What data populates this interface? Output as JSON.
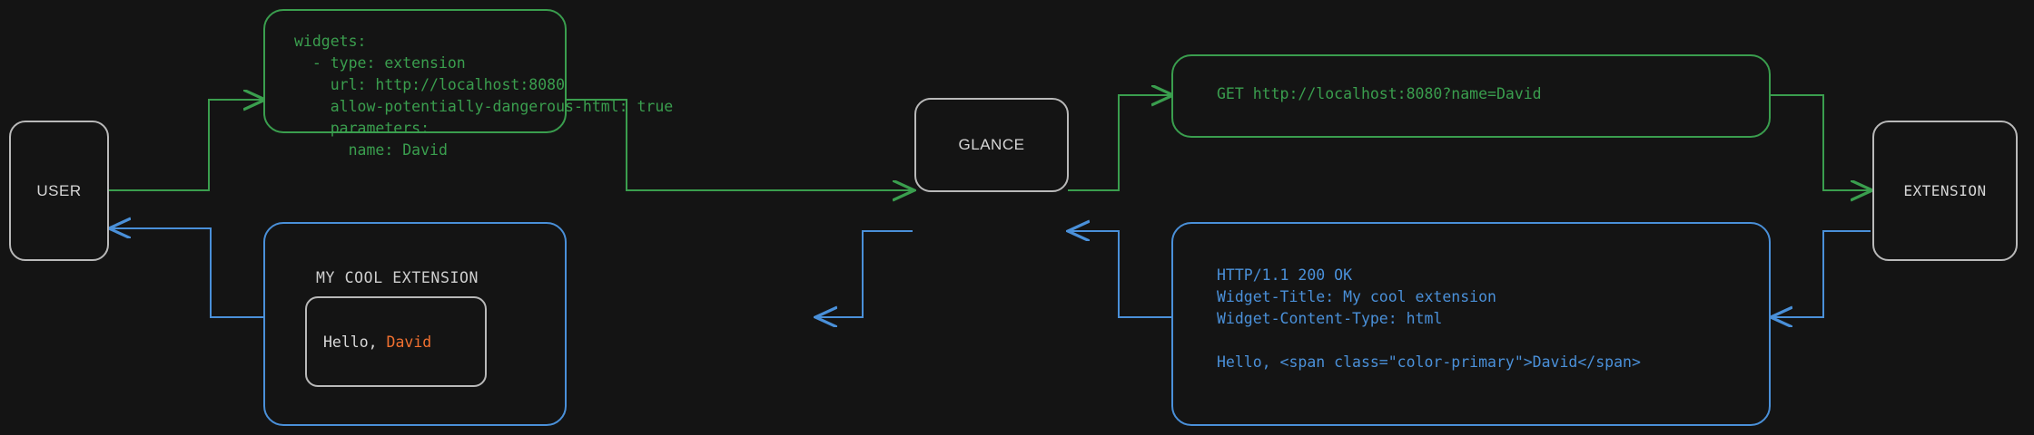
{
  "diagram": {
    "background_color": "#141414",
    "colors": {
      "request_green": "#3a9e4e",
      "response_blue": "#4a90d9",
      "node_border": "#b9b9b9",
      "accent_orange": "#f07030",
      "text_gray": "#d6d6d6"
    }
  },
  "nodes": {
    "user": {
      "label": "USER"
    },
    "glance": {
      "label": "GLANCE"
    },
    "extension": {
      "label": "EXTENSION"
    }
  },
  "messages": {
    "config_yaml": {
      "lines": [
        "widgets:",
        "  - type: extension",
        "    url: http://localhost:8080",
        "    allow-potentially-dangerous-html: true",
        "    parameters:",
        "      name: David"
      ],
      "text": "widgets:\n  - type: extension\n    url: http://localhost:8080\n    allow-potentially-dangerous-html: true\n    parameters:\n      name: David"
    },
    "http_request": {
      "lines": [
        "GET http://localhost:8080?name=David"
      ],
      "text": "GET http://localhost:8080?name=David"
    },
    "http_response": {
      "lines": [
        "HTTP/1.1 200 OK",
        "Widget-Title: My cool extension",
        "Widget-Content-Type: html",
        "",
        "Hello, <span class=\"color-primary\">David</span>"
      ],
      "text": "HTTP/1.1 200 OK\nWidget-Title: My cool extension\nWidget-Content-Type: html\n\nHello, <span class=\"color-primary\">David</span>"
    },
    "rendered_widget": {
      "title": "MY COOL EXTENSION",
      "greeting_prefix": "Hello, ",
      "greeting_name": "David"
    }
  }
}
